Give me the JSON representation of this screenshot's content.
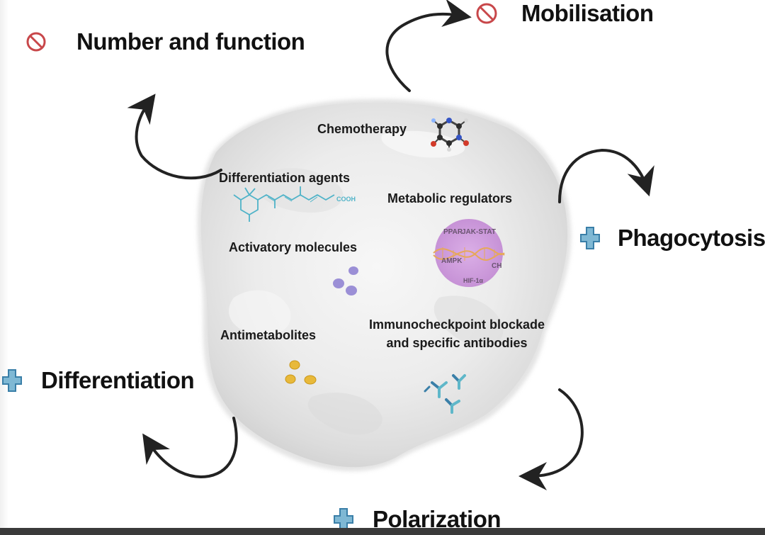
{
  "outcomes": {
    "number_function": {
      "label": "Number and function",
      "effect": "inhibit"
    },
    "mobilisation": {
      "label": "Mobilisation",
      "effect": "inhibit"
    },
    "phagocytosis": {
      "label": "Phagocytosis",
      "effect": "enhance"
    },
    "differentiation": {
      "label": "Differentiation",
      "effect": "enhance"
    },
    "polarization": {
      "label": "Polarization",
      "effect": "enhance"
    }
  },
  "agents": {
    "chemotherapy": "Chemotherapy",
    "differentiation_agents": "Differentiation agents",
    "metabolic_regulators": "Metabolic regulators",
    "activatory_molecules": "Activatory molecules",
    "antimetabolites": "Antimetabolites",
    "immunocheckpoint_line1": "Immunocheckpoint blockade",
    "immunocheckpoint_line2": "and specific antibodies"
  },
  "molecule_labels": {
    "cooh": "COOH"
  },
  "pathway_labels": {
    "jak_stat": "JAK-STAT",
    "ampk": "AMPK",
    "hif": "HIF-1α",
    "ppar": "PPAR",
    "ch": "CH"
  },
  "colors": {
    "inhibit": "#c8474a",
    "enhance": "#4a94b8",
    "arrow": "#222222",
    "cell": "#e6e6e6",
    "pathway": "#c58fd6",
    "activatory": "#9b8fd6",
    "antimetabolite": "#e8b93a",
    "molecule": "#4fb3c8"
  }
}
